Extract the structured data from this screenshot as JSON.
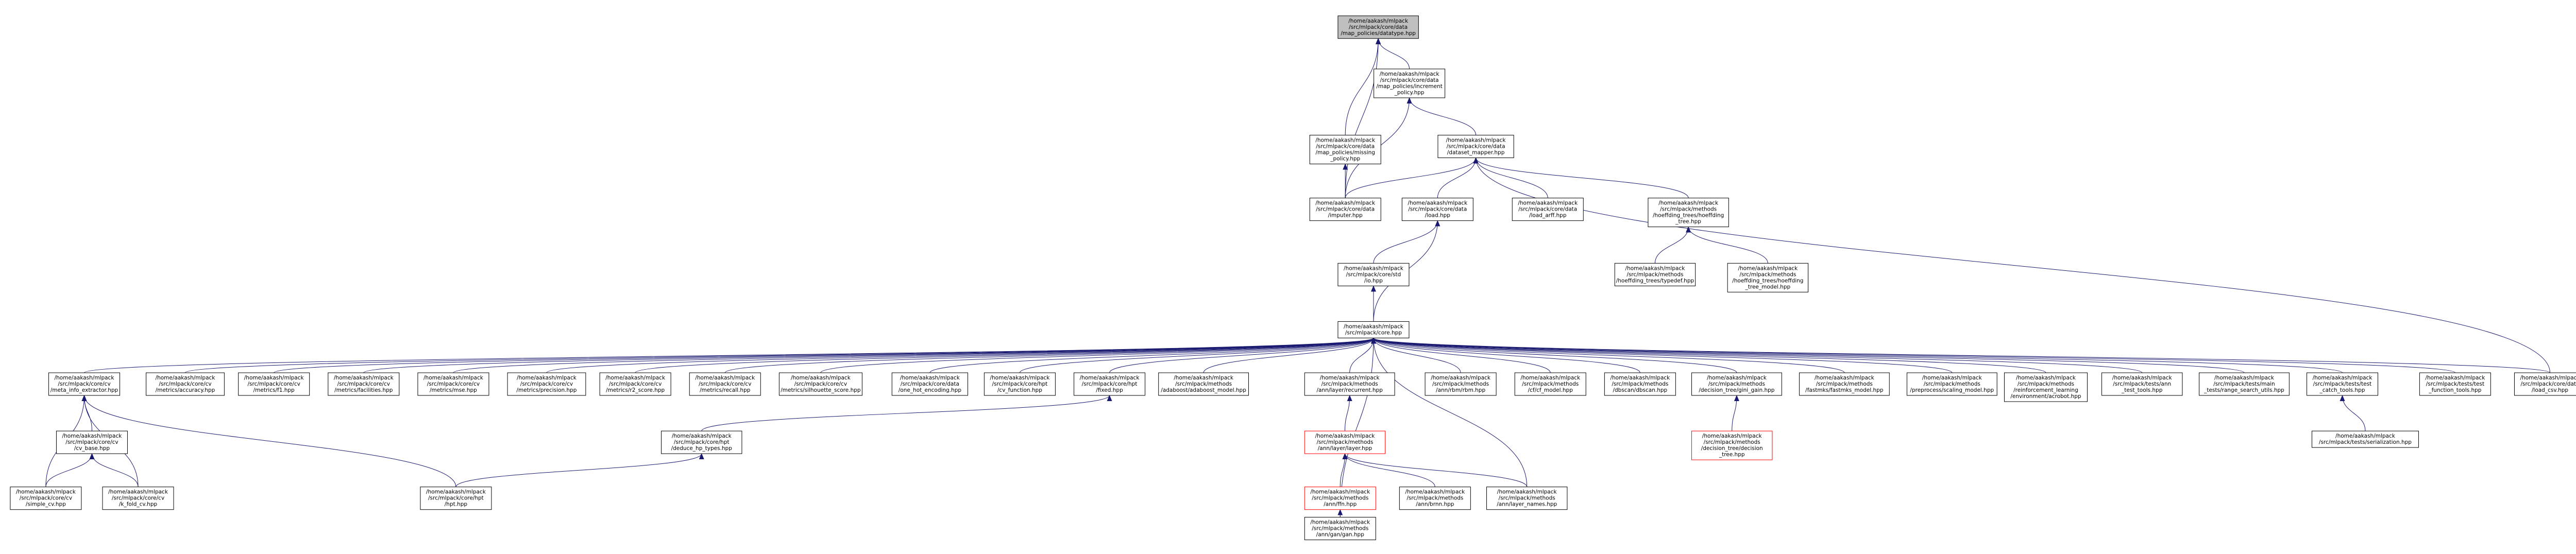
{
  "colors": {
    "node_border": "#000000",
    "node_border_incomplete": "#ff0000",
    "root_fill": "#bfbfbf",
    "node_fill": "#ffffff",
    "edge": "#191970"
  },
  "nodes": [
    {
      "id": "datatype",
      "lines": [
        "/home/aakash/mlpack",
        "/src/mlpack/core/data",
        "/map_policies/datatype.hpp"
      ],
      "style": "root"
    },
    {
      "id": "increment_policy",
      "lines": [
        "/home/aakash/mlpack",
        "/src/mlpack/core/data",
        "/map_policies/increment",
        "_policy.hpp"
      ]
    },
    {
      "id": "missing_policy",
      "lines": [
        "/home/aakash/mlpack",
        "/src/mlpack/core/data",
        "/map_policies/missing",
        "_policy.hpp"
      ]
    },
    {
      "id": "dataset_mapper",
      "lines": [
        "/home/aakash/mlpack",
        "/src/mlpack/core/data",
        "/dataset_mapper.hpp"
      ]
    },
    {
      "id": "imputer",
      "lines": [
        "/home/aakash/mlpack",
        "/src/mlpack/core/data",
        "/imputer.hpp"
      ]
    },
    {
      "id": "load_hpp",
      "lines": [
        "/home/aakash/mlpack",
        "/src/mlpack/core/data",
        "/load.hpp"
      ]
    },
    {
      "id": "load_arff",
      "lines": [
        "/home/aakash/mlpack",
        "/src/mlpack/core/data",
        "/load_arff.hpp"
      ]
    },
    {
      "id": "hoeffding_tree",
      "lines": [
        "/home/aakash/mlpack",
        "/src/mlpack/methods",
        "/hoeffding_trees/hoeffding",
        "_tree.hpp"
      ]
    },
    {
      "id": "core_std",
      "lines": [
        "/home/aakash/mlpack",
        "/src/mlpack/core/std",
        "/io.hpp"
      ]
    },
    {
      "id": "typedef",
      "lines": [
        "/home/aakash/mlpack",
        "/src/mlpack/methods",
        "/hoeffding_trees/typedef.hpp"
      ]
    },
    {
      "id": "hoeffding_tree_model",
      "lines": [
        "/home/aakash/mlpack",
        "/src/mlpack/methods",
        "/hoeffding_trees/hoeffding",
        "_tree_model.hpp"
      ]
    },
    {
      "id": "core",
      "lines": [
        "/home/aakash/mlpack",
        "/src/mlpack/core.hpp"
      ]
    },
    {
      "id": "meta_info_extractor",
      "lines": [
        "/home/aakash/mlpack",
        "/src/mlpack/core/cv",
        "/meta_info_extractor.hpp"
      ]
    },
    {
      "id": "accuracy",
      "lines": [
        "/home/aakash/mlpack",
        "/src/mlpack/core/cv",
        "/metrics/accuracy.hpp"
      ]
    },
    {
      "id": "f1",
      "lines": [
        "/home/aakash/mlpack",
        "/src/mlpack/core/cv",
        "/metrics/f1.hpp"
      ]
    },
    {
      "id": "facilities",
      "lines": [
        "/home/aakash/mlpack",
        "/src/mlpack/core/cv",
        "/metrics/facilities.hpp"
      ]
    },
    {
      "id": "mse",
      "lines": [
        "/home/aakash/mlpack",
        "/src/mlpack/core/cv",
        "/metrics/mse.hpp"
      ]
    },
    {
      "id": "precision",
      "lines": [
        "/home/aakash/mlpack",
        "/src/mlpack/core/cv",
        "/metrics/precision.hpp"
      ]
    },
    {
      "id": "r2_score",
      "lines": [
        "/home/aakash/mlpack",
        "/src/mlpack/core/cv",
        "/metrics/r2_score.hpp"
      ]
    },
    {
      "id": "recall",
      "lines": [
        "/home/aakash/mlpack",
        "/src/mlpack/core/cv",
        "/metrics/recall.hpp"
      ]
    },
    {
      "id": "silhouette",
      "lines": [
        "/home/aakash/mlpack",
        "/src/mlpack/core/cv",
        "/metrics/silhouette_score.hpp"
      ]
    },
    {
      "id": "one_hot",
      "lines": [
        "/home/aakash/mlpack",
        "/src/mlpack/core/data",
        "/one_hot_encoding.hpp"
      ]
    },
    {
      "id": "cv_function",
      "lines": [
        "/home/aakash/mlpack",
        "/src/mlpack/core/hpt",
        "/cv_function.hpp"
      ]
    },
    {
      "id": "fixed",
      "lines": [
        "/home/aakash/mlpack",
        "/src/mlpack/core/hpt",
        "/fixed.hpp"
      ]
    },
    {
      "id": "adaboost",
      "lines": [
        "/home/aakash/mlpack",
        "/src/mlpack/methods",
        "/adaboost/adaboost_model.hpp"
      ]
    },
    {
      "id": "ann_layer_recurrent",
      "lines": [
        "/home/aakash/mlpack",
        "/src/mlpack/methods",
        "/ann/layer/recurrent.hpp"
      ]
    },
    {
      "id": "ann_brnn",
      "lines": [
        "/home/aakash/mlpack",
        "/src/mlpack/methods",
        "/ann/rbm/rbm.hpp"
      ]
    },
    {
      "id": "cf_model",
      "lines": [
        "/home/aakash/mlpack",
        "/src/mlpack/methods",
        "/cf/cf_model.hpp"
      ]
    },
    {
      "id": "dbscan",
      "lines": [
        "/home/aakash/mlpack",
        "/src/mlpack/methods",
        "/dbscan/dbscan.hpp"
      ]
    },
    {
      "id": "decision_tree_gain",
      "lines": [
        "/home/aakash/mlpack",
        "/src/mlpack/methods",
        "/decision_tree/gini_gain.hpp"
      ]
    },
    {
      "id": "fastmks",
      "lines": [
        "/home/aakash/mlpack",
        "/src/mlpack/methods",
        "/fastmks/fastmks_model.hpp"
      ]
    },
    {
      "id": "preprocess",
      "lines": [
        "/home/aakash/mlpack",
        "/src/mlpack/methods",
        "/preprocess/scaling_model.hpp"
      ]
    },
    {
      "id": "rl_env",
      "lines": [
        "/home/aakash/mlpack",
        "/src/mlpack/methods",
        "/reinforcement_learning",
        "/environment/acrobot.hpp"
      ]
    },
    {
      "id": "ann_test_tools",
      "lines": [
        "/home/aakash/mlpack",
        "/src/mlpack/tests/ann",
        "_test_tools.hpp"
      ]
    },
    {
      "id": "range_search",
      "lines": [
        "/home/aakash/mlpack",
        "/src/mlpack/tests/main",
        "_tests/range_search_utils.hpp"
      ]
    },
    {
      "id": "catch_tools",
      "lines": [
        "/home/aakash/mlpack",
        "/src/mlpack/tests/test",
        "_catch_tools.hpp"
      ]
    },
    {
      "id": "function_tools",
      "lines": [
        "/home/aakash/mlpack",
        "/src/mlpack/tests/test",
        "_function_tools.hpp"
      ]
    },
    {
      "id": "load_csv",
      "lines": [
        "/home/aakash/mlpack",
        "/src/mlpack/core/data",
        "/load_csv.hpp"
      ]
    },
    {
      "id": "cv_base",
      "lines": [
        "/home/aakash/mlpack",
        "/src/mlpack/core/cv",
        "/cv_base.hpp"
      ]
    },
    {
      "id": "deduce_hp_types",
      "lines": [
        "/home/aakash/mlpack",
        "/src/mlpack/core/hpt",
        "/deduce_hp_types.hpp"
      ]
    },
    {
      "id": "decision_tree",
      "lines": [
        "/home/aakash/mlpack",
        "/src/mlpack/methods",
        "/decision_tree/decision",
        "_tree.hpp"
      ],
      "style": "incomplete"
    },
    {
      "id": "serialization",
      "lines": [
        "/home/aakash/mlpack",
        "/src/mlpack/tests/serialization.hpp"
      ]
    },
    {
      "id": "ann_layer_layer",
      "lines": [
        "/home/aakash/mlpack",
        "/src/mlpack/methods",
        "/ann/layer/layer.hpp"
      ],
      "style": "incomplete"
    },
    {
      "id": "simple_cv",
      "lines": [
        "/home/aakash/mlpack",
        "/src/mlpack/core/cv",
        "/simple_cv.hpp"
      ]
    },
    {
      "id": "k_fold_cv",
      "lines": [
        "/home/aakash/mlpack",
        "/src/mlpack/core/cv",
        "/k_fold_cv.hpp"
      ]
    },
    {
      "id": "hpt",
      "lines": [
        "/home/aakash/mlpack",
        "/src/mlpack/core/hpt",
        "/hpt.hpp"
      ]
    },
    {
      "id": "ffn",
      "lines": [
        "/home/aakash/mlpack",
        "/src/mlpack/methods",
        "/ann/ffn.hpp"
      ],
      "style": "incomplete"
    },
    {
      "id": "brnn",
      "lines": [
        "/home/aakash/mlpack",
        "/src/mlpack/methods",
        "/ann/brnn.hpp"
      ]
    },
    {
      "id": "layer_names",
      "lines": [
        "/home/aakash/mlpack",
        "/src/mlpack/methods",
        "/ann/layer_names.hpp"
      ]
    },
    {
      "id": "gan",
      "lines": [
        "/home/aakash/mlpack",
        "/src/mlpack/methods",
        "/ann/gan/gan.hpp"
      ]
    }
  ],
  "edges": [
    [
      "datatype",
      "increment_policy"
    ],
    [
      "datatype",
      "missing_policy"
    ],
    [
      "datatype",
      "imputer"
    ],
    [
      "increment_policy",
      "dataset_mapper"
    ],
    [
      "increment_policy",
      "imputer"
    ],
    [
      "missing_policy",
      "imputer"
    ],
    [
      "dataset_mapper",
      "imputer"
    ],
    [
      "dataset_mapper",
      "load_hpp"
    ],
    [
      "dataset_mapper",
      "load_arff"
    ],
    [
      "dataset_mapper",
      "hoeffding_tree"
    ],
    [
      "dataset_mapper",
      "load_csv"
    ],
    [
      "load_hpp",
      "core_std"
    ],
    [
      "load_hpp",
      "core"
    ],
    [
      "hoeffding_tree",
      "typedef"
    ],
    [
      "hoeffding_tree",
      "hoeffding_tree_model"
    ],
    [
      "core_std",
      "core"
    ],
    [
      "core",
      "meta_info_extractor"
    ],
    [
      "core",
      "accuracy"
    ],
    [
      "core",
      "f1"
    ],
    [
      "core",
      "facilities"
    ],
    [
      "core",
      "mse"
    ],
    [
      "core",
      "precision"
    ],
    [
      "core",
      "r2_score"
    ],
    [
      "core",
      "recall"
    ],
    [
      "core",
      "silhouette"
    ],
    [
      "core",
      "one_hot"
    ],
    [
      "core",
      "cv_function"
    ],
    [
      "core",
      "fixed"
    ],
    [
      "core",
      "adaboost"
    ],
    [
      "core",
      "ann_layer_recurrent"
    ],
    [
      "core",
      "ann_brnn"
    ],
    [
      "core",
      "cf_model"
    ],
    [
      "core",
      "dbscan"
    ],
    [
      "core",
      "decision_tree_gain"
    ],
    [
      "core",
      "fastmks"
    ],
    [
      "core",
      "preprocess"
    ],
    [
      "core",
      "rl_env"
    ],
    [
      "core",
      "ann_test_tools"
    ],
    [
      "core",
      "range_search"
    ],
    [
      "core",
      "catch_tools"
    ],
    [
      "core",
      "function_tools"
    ],
    [
      "core",
      "load_csv"
    ],
    [
      "core",
      "layer_names"
    ],
    [
      "core",
      "gan"
    ],
    [
      "meta_info_extractor",
      "cv_base"
    ],
    [
      "meta_info_extractor",
      "simple_cv"
    ],
    [
      "meta_info_extractor",
      "k_fold_cv"
    ],
    [
      "meta_info_extractor",
      "hpt"
    ],
    [
      "cv_base",
      "simple_cv"
    ],
    [
      "cv_base",
      "k_fold_cv"
    ],
    [
      "fixed",
      "deduce_hp_types"
    ],
    [
      "deduce_hp_types",
      "hpt"
    ],
    [
      "decision_tree_gain",
      "decision_tree"
    ],
    [
      "catch_tools",
      "serialization"
    ],
    [
      "ann_layer_recurrent",
      "ann_layer_layer"
    ],
    [
      "ann_layer_layer",
      "ffn"
    ],
    [
      "ann_layer_layer",
      "brnn"
    ],
    [
      "ann_layer_layer",
      "layer_names"
    ],
    [
      "ffn",
      "gan"
    ]
  ]
}
